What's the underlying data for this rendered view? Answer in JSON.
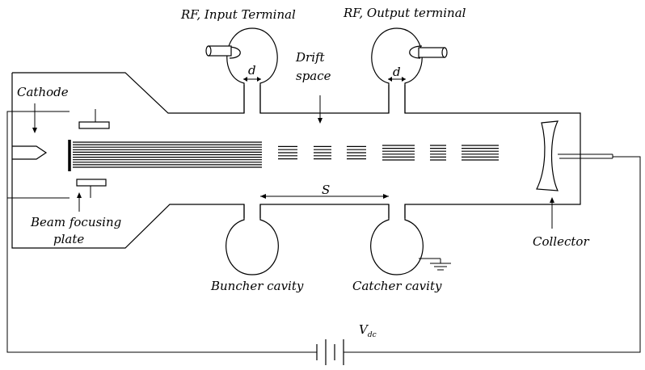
{
  "labels": {
    "rf_input": "RF, Input Terminal",
    "rf_output": "RF, Output terminal",
    "drift_line1": "Drift",
    "drift_line2": "space",
    "d_left": "d",
    "d_right": "d",
    "cathode": "Cathode",
    "beam_focusing_line1": "Beam focusing",
    "beam_focusing_line2": "plate",
    "spacing": "S",
    "buncher": "Buncher cavity",
    "catcher": "Catcher cavity",
    "collector": "Collector",
    "vdc_main": "V",
    "vdc_sub": "dc"
  },
  "bunch_groups": [
    {
      "lines": 5
    },
    {
      "lines": 5
    },
    {
      "lines": 5
    },
    {
      "lines": 6
    },
    {
      "lines": 6
    },
    {
      "lines": 6
    }
  ]
}
